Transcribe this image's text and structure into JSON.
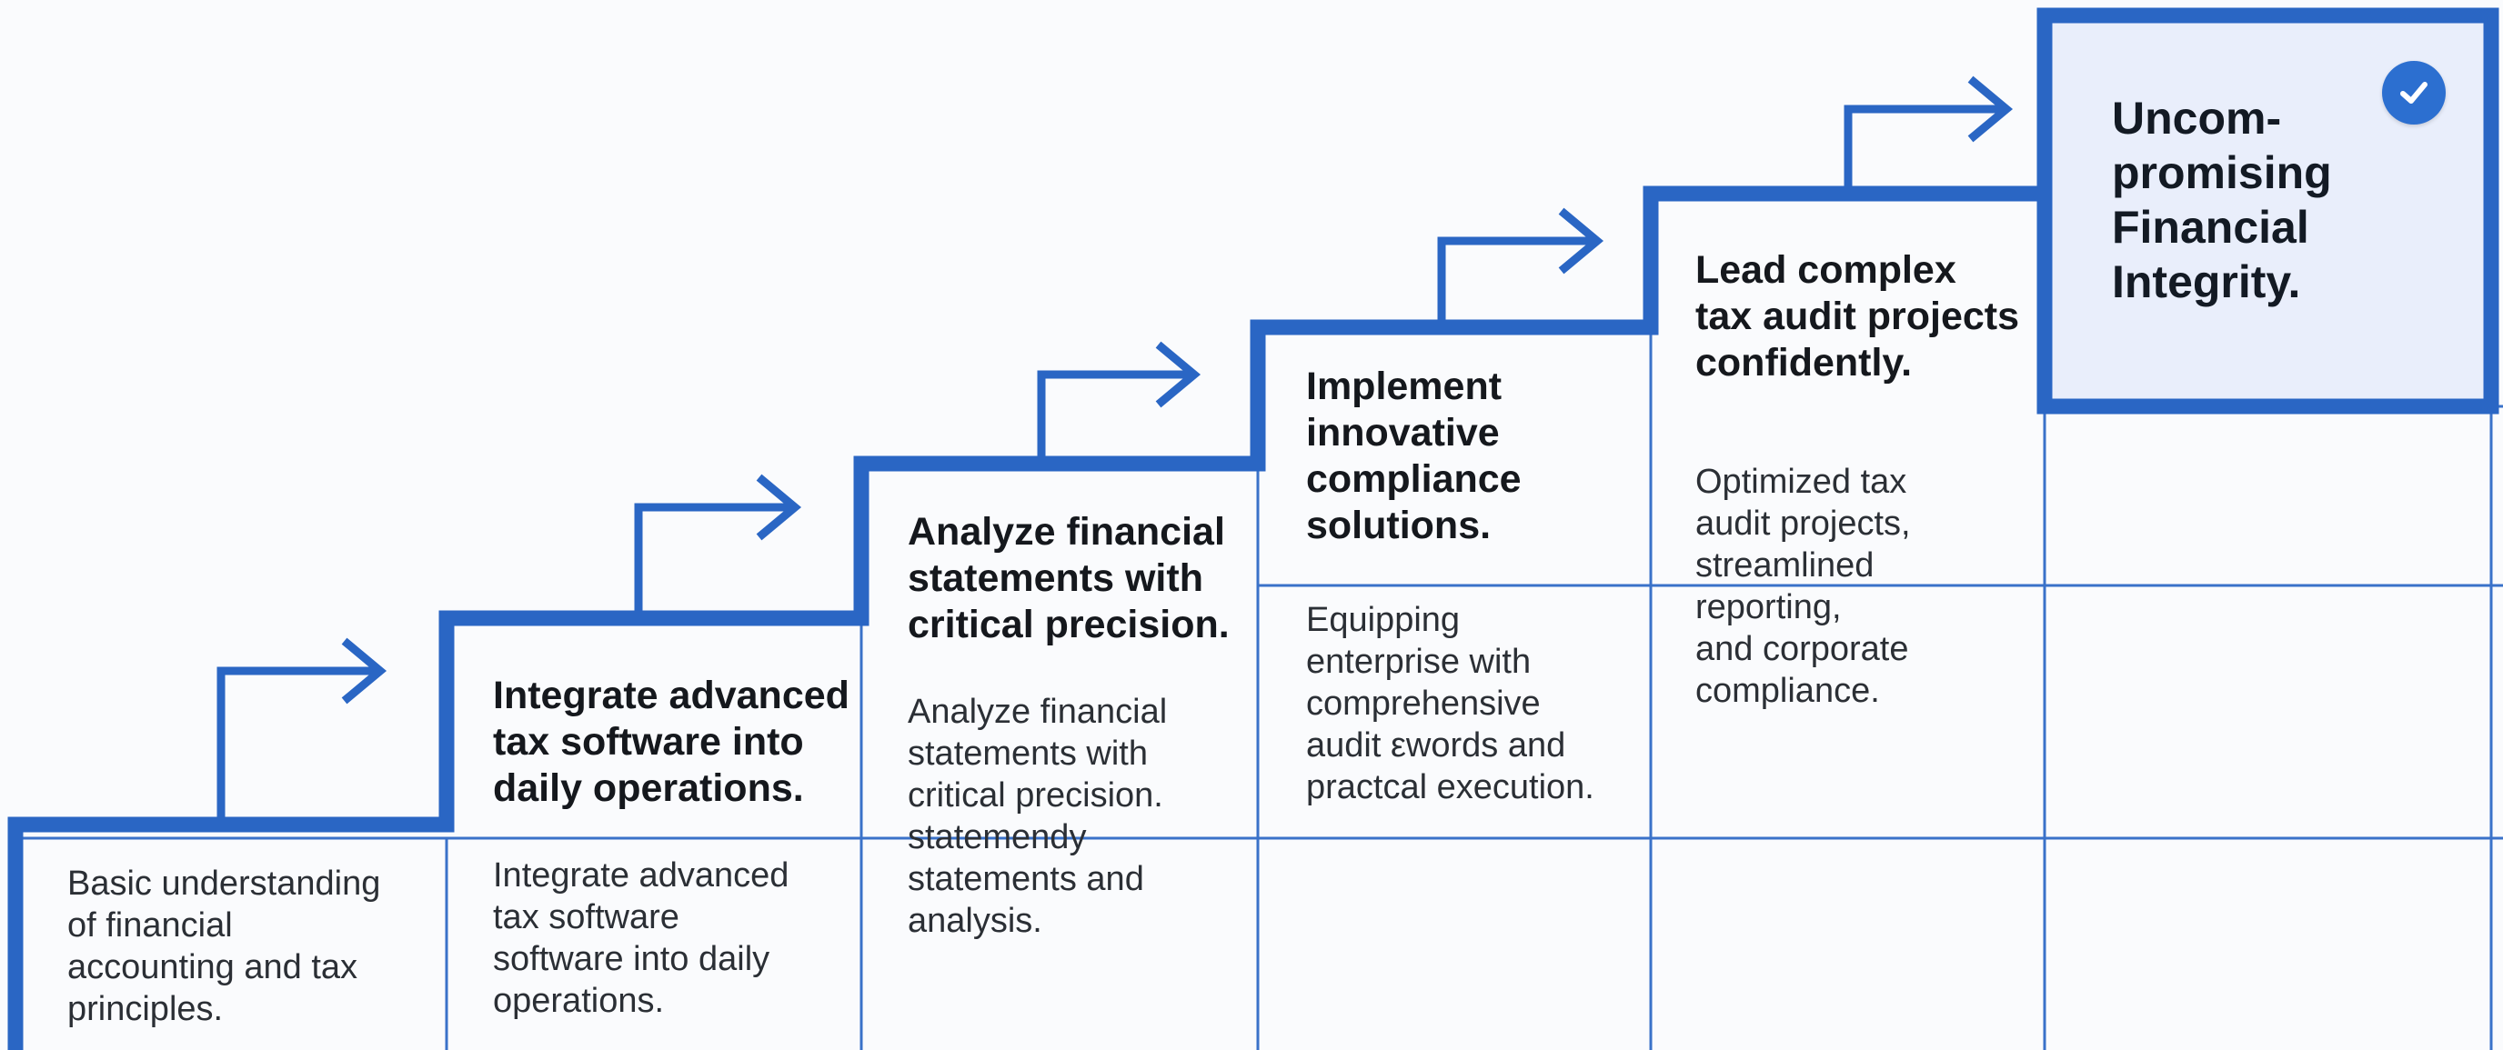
{
  "colors": {
    "accent": "#2a66c4",
    "grid_line": "#3a72c9",
    "goal_fill": "#e9eefb",
    "background": "#fafbfd"
  },
  "steps": [
    {
      "title": "",
      "description": "Basic understanding\nof financial\naccounting and tax\nprinciples."
    },
    {
      "title": "Integrate advanced\ntax software into\ndaily operations.",
      "description": "Integrate advanced\ntax software\nsoftware into daily\noperations."
    },
    {
      "title": "Analyze financial\nstatements with\ncritical precision.",
      "description": "Analyze financial\nstatements with\ncritical precision.\nstatemendy\nstatements and\nanalysis."
    },
    {
      "title": "Implement\ninnovative\ncompliance\nsolutions.",
      "description": "Equipping\nenterprise with\ncomprehensive\naudit εwords and\npractcal execution."
    },
    {
      "title": "Lead complex\ntax audit projects\nconfidently.",
      "description": "Optimized tax\naudit projects,\nstreamlined\nreporting,\nand corporate\ncompliance."
    }
  ],
  "goal": {
    "text": "Uncom-\npromising\nFinancial\nIntegrity.",
    "icon": "check-circle-icon"
  },
  "arrow_icon": "arrow-right-icon"
}
